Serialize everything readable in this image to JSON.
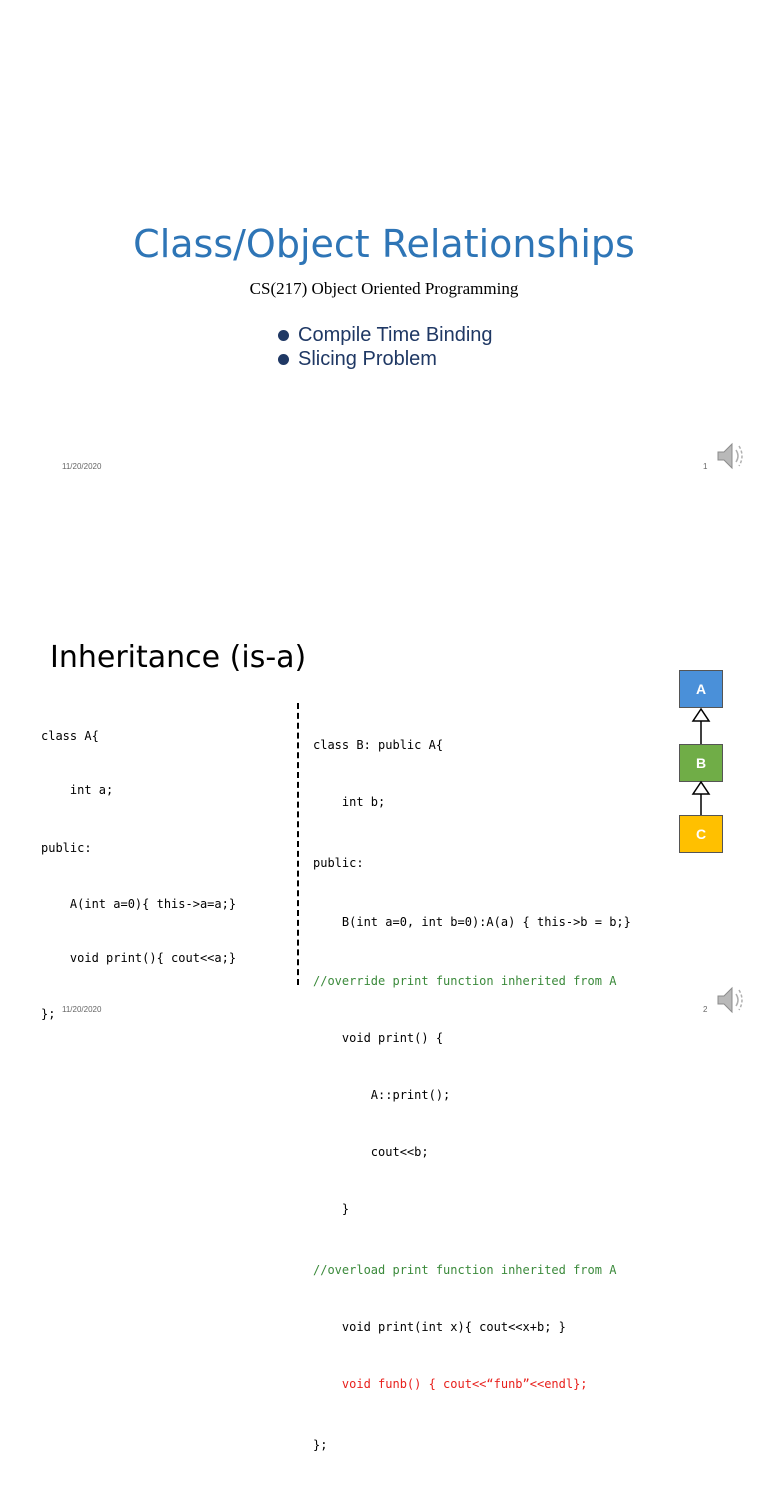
{
  "slide1": {
    "title": "Class/Object Relationships",
    "subtitle": "CS(217) Object Oriented Programming",
    "bullets": [
      "Compile Time Binding",
      "Slicing Problem"
    ],
    "date": "11/20/2020",
    "page": "1"
  },
  "slide2": {
    "title": "Inheritance (is-a)",
    "code_left": [
      {
        "text": "class A{",
        "color": "black"
      },
      {
        "text": "    int a;",
        "color": "black"
      },
      {
        "text": "public:",
        "color": "black"
      },
      {
        "text": "    A(int a=0){ this->a=a;}",
        "color": "black"
      },
      {
        "text": "    void print(){ cout<<a;}",
        "color": "black"
      },
      {
        "text": "};",
        "color": "black"
      }
    ],
    "code_right": [
      {
        "text": "class B: public A{",
        "color": "black"
      },
      {
        "text": "    int b;",
        "color": "black"
      },
      {
        "text": "public:",
        "color": "black"
      },
      {
        "text": "    B(int a=0, int b=0):A(a) { this->b = b;}",
        "color": "black"
      },
      {
        "text": "//override print function inherited from A",
        "color": "green"
      },
      {
        "text": "    void print() {",
        "color": "black"
      },
      {
        "text": "        A::print();",
        "color": "black"
      },
      {
        "text": "        cout<<b;",
        "color": "black"
      },
      {
        "text": "    }",
        "color": "black"
      },
      {
        "text": "//overload print function inherited from A",
        "color": "green"
      },
      {
        "text": "    void print(int x){ cout<<x+b; }",
        "color": "black"
      },
      {
        "text": "    void funb() { cout<<“funb”<<endl};",
        "color": "red"
      },
      {
        "text": "};",
        "color": "black"
      }
    ],
    "diagram": {
      "boxes": [
        {
          "label": "A",
          "color": "#4a90d9"
        },
        {
          "label": "B",
          "color": "#70ad47"
        },
        {
          "label": "C",
          "color": "#ffc000"
        }
      ]
    },
    "date": "11/20/2020",
    "page": "2"
  },
  "colors": {
    "title_blue": "#2e75b6",
    "bullet_navy": "#1f3864",
    "comment_green": "#3b8a3b",
    "highlight_red": "#e8201c"
  },
  "icons": [
    "speaker-icon"
  ]
}
